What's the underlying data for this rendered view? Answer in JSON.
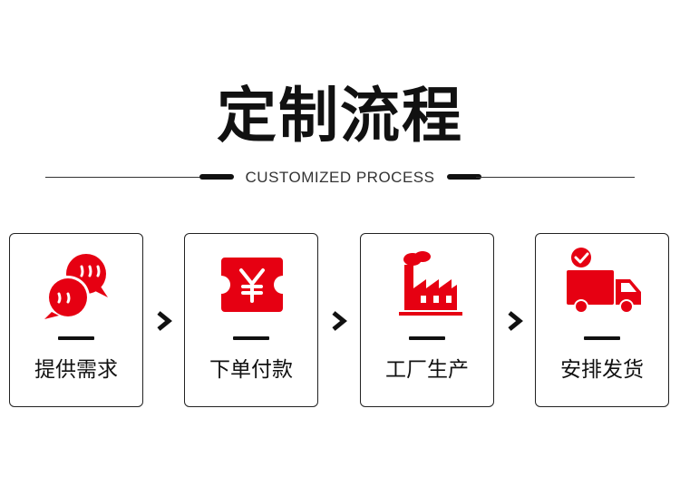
{
  "header": {
    "title": "定制流程",
    "subtitle": "CUSTOMIZED PROCESS"
  },
  "colors": {
    "accent": "#e60012",
    "text": "#111111",
    "border": "#222222"
  },
  "steps": [
    {
      "label": "提供需求",
      "icon": "chat-bubbles-icon"
    },
    {
      "label": "下单付款",
      "icon": "yuan-ticket-icon"
    },
    {
      "label": "工厂生产",
      "icon": "factory-icon"
    },
    {
      "label": "安排发货",
      "icon": "delivery-truck-icon"
    }
  ]
}
